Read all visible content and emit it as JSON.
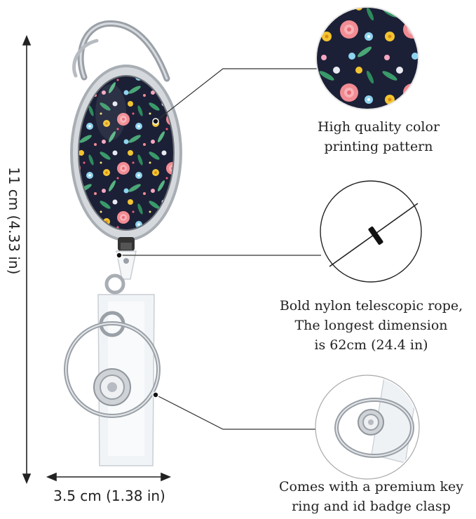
{
  "dimensions": {
    "height_label": "11 cm (4.33 in)",
    "width_label": "3.5 cm (1.38 in)"
  },
  "callouts": {
    "color": {
      "lines": [
        "High quality color",
        "printing pattern"
      ]
    },
    "rope": {
      "lines": [
        "Bold nylon telescopic rope,",
        "The longest dimension",
        "is 62cm (24.4 in)"
      ]
    },
    "clasp": {
      "lines": [
        "Comes with a premium key",
        "ring and id badge clasp"
      ]
    }
  },
  "colors": {
    "badge_background": "#1c2036",
    "flower_pink": "#f28b93",
    "flower_yellow": "#f3c431",
    "flower_blue": "#8ed3ef",
    "leaf_green": "#3a9a6a",
    "metal": "#b7bcc2"
  }
}
